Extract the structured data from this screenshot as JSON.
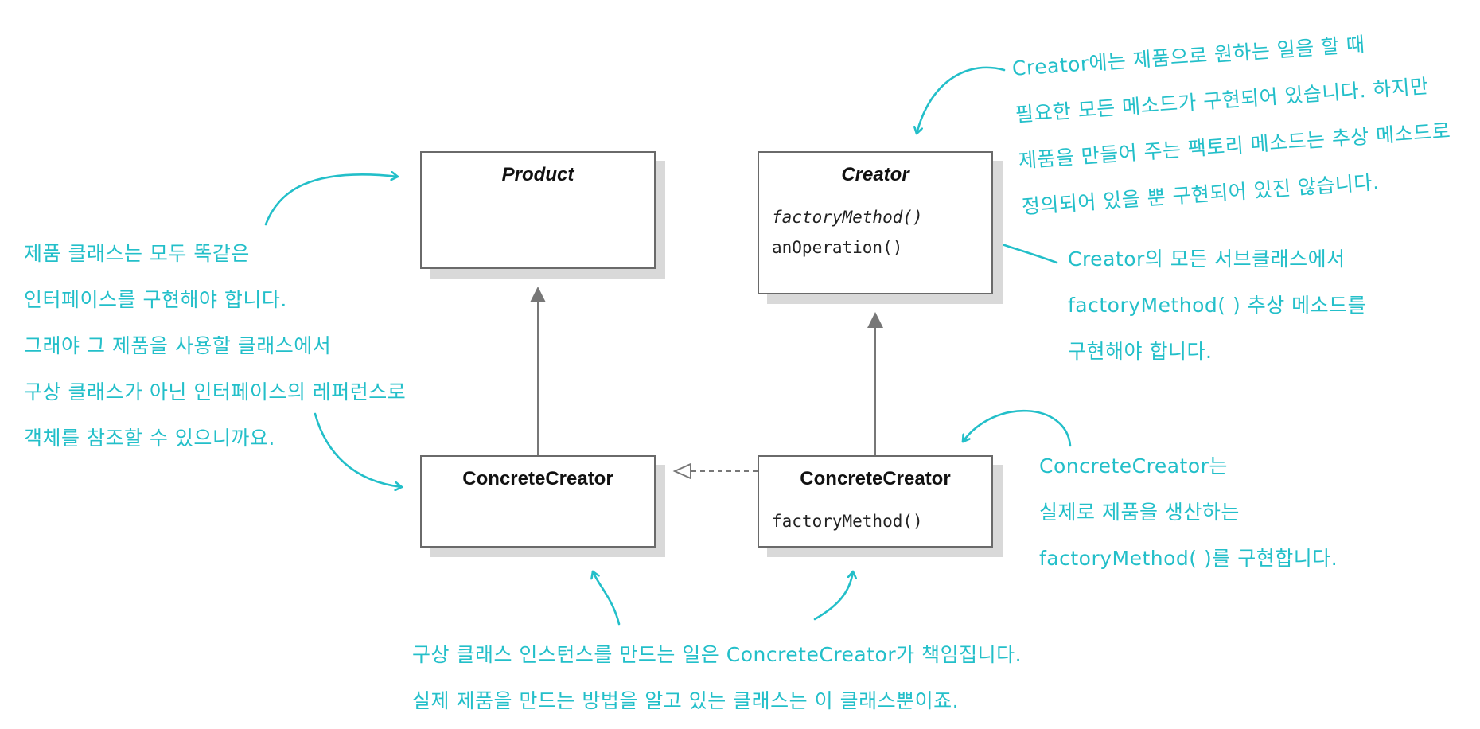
{
  "classes": {
    "product": {
      "title": "Product",
      "methods": []
    },
    "creator": {
      "title": "Creator",
      "methods": [
        "factoryMethod()",
        "anOperation()"
      ]
    },
    "concrete_product": {
      "title": "ConcreteCreator",
      "methods": []
    },
    "concrete_creator": {
      "title": "ConcreteCreator",
      "methods": [
        "factoryMethod()"
      ]
    }
  },
  "notes": {
    "creator_note": [
      "Creator에는 제품으로 원하는 일을 할 때",
      "필요한 모든 메소드가 구현되어 있습니다. 하지만",
      "제품을 만들어 주는 팩토리 메소드는 추상 메소드로",
      "정의되어 있을 뿐 구현되어 있진 않습니다."
    ],
    "subclass_note": [
      "Creator의 모든 서브클래스에서",
      "factoryMethod( ) 추상 메소드를",
      "구현해야 합니다."
    ],
    "product_note": [
      "제품 클래스는 모두 똑같은",
      "인터페이스를 구현해야 합니다.",
      "그래야 그 제품을 사용할 클래스에서",
      "구상 클래스가 아닌 인터페이스의 레퍼런스로",
      "객체를 참조할 수 있으니까요."
    ],
    "concrete_creator_note": [
      "ConcreteCreator는",
      "실제로 제품을 생산하는",
      "factoryMethod( )를 구현합니다."
    ],
    "bottom_note": [
      "구상 클래스 인스턴스를 만드는 일은 ConcreteCreator가 책임집니다.",
      "실제 제품을 만드는 방법을 알고 있는 클래스는 이 클래스뿐이죠."
    ]
  },
  "colors": {
    "annotation": "#23bfc9",
    "line": "#777777",
    "shadow": "#d9d9d9"
  }
}
